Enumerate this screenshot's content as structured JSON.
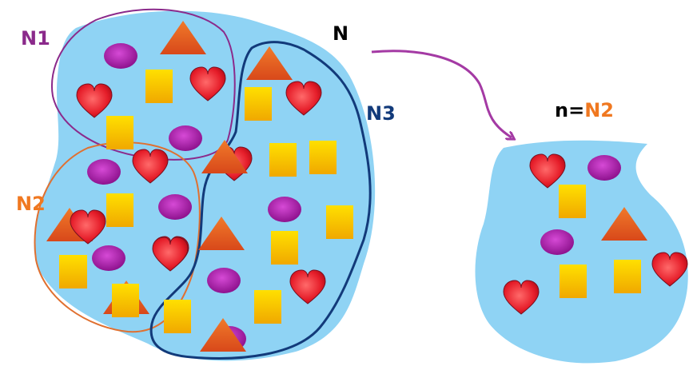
{
  "labels": {
    "population": "N",
    "subset_1": "N1",
    "subset_2": "N2",
    "subset_3": "N3",
    "sample_prefix": "n=",
    "sample_value": "N2"
  },
  "colors": {
    "blob": "#8fd3f4",
    "n1": "#8b2a8b",
    "n2": "#e07030",
    "n3": "#123a7a",
    "label_n1": "#8b2a8b",
    "label_n2": "#f07820",
    "label_n3": "#123a7a",
    "label_text": "#000000",
    "arrow": "#a43aa4",
    "heart": "#e61e2a",
    "oval": "#a01aa0",
    "triangle": "#e0581e",
    "square": "#f5c800"
  },
  "shapes": {
    "population": [
      "oval",
      "triangle",
      "square",
      "heart",
      "heart",
      "square",
      "square",
      "oval",
      "triangle",
      "heart",
      "square",
      "square",
      "heart",
      "oval",
      "heart",
      "square",
      "oval",
      "oval",
      "triangle",
      "square",
      "triangle",
      "square",
      "heart",
      "square",
      "oval",
      "heart",
      "oval",
      "square",
      "triangle",
      "square",
      "oval",
      "triangle",
      "heart",
      "square",
      "heart",
      "square",
      "triangle"
    ],
    "sample": [
      "heart",
      "oval",
      "square",
      "triangle",
      "oval",
      "square",
      "square",
      "heart",
      "heart"
    ]
  }
}
